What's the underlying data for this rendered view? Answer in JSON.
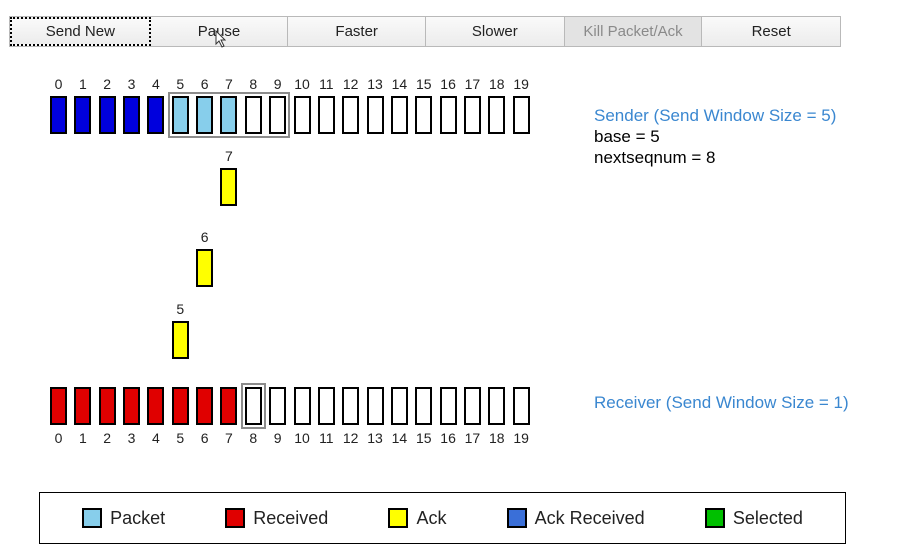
{
  "toolbar": {
    "buttons": [
      {
        "label": "Send New",
        "state": "focused"
      },
      {
        "label": "Pause",
        "state": "normal"
      },
      {
        "label": "Faster",
        "state": "normal"
      },
      {
        "label": "Slower",
        "state": "normal"
      },
      {
        "label": "Kill Packet/Ack",
        "state": "disabled"
      },
      {
        "label": "Reset",
        "state": "normal"
      }
    ]
  },
  "sender": {
    "title": "Sender (Send Window Size = 5)",
    "base_line": "base = 5",
    "nextseq_line": "nextseqnum = 8",
    "base": 5,
    "window_size": 5,
    "states": [
      "ack_received",
      "ack_received",
      "ack_received",
      "ack_received",
      "ack_received",
      "packet",
      "packet",
      "packet",
      "empty",
      "empty",
      "empty",
      "empty",
      "empty",
      "empty",
      "empty",
      "empty",
      "empty",
      "empty",
      "empty",
      "empty"
    ]
  },
  "receiver": {
    "title": "Receiver (Send Window Size = 1)",
    "window_base": 8,
    "window_size": 1,
    "states": [
      "received",
      "received",
      "received",
      "received",
      "received",
      "received",
      "received",
      "received",
      "empty",
      "empty",
      "empty",
      "empty",
      "empty",
      "empty",
      "empty",
      "empty",
      "empty",
      "empty",
      "empty",
      "empty"
    ]
  },
  "sequence_numbers": [
    "0",
    "1",
    "2",
    "3",
    "4",
    "5",
    "6",
    "7",
    "8",
    "9",
    "10",
    "11",
    "12",
    "13",
    "14",
    "15",
    "16",
    "17",
    "18",
    "19"
  ],
  "in_flight_acks": [
    {
      "seq": "5",
      "progress": 0.11
    },
    {
      "seq": "6",
      "progress": 0.42
    },
    {
      "seq": "7",
      "progress": 0.77
    }
  ],
  "legend": [
    {
      "label": "Packet",
      "color": "#87ceeb"
    },
    {
      "label": "Received",
      "color": "#e00000"
    },
    {
      "label": "Ack",
      "color": "#ffff00"
    },
    {
      "label": "Ack Received",
      "color": "#3a6fd8"
    },
    {
      "label": "Selected",
      "color": "#00c000"
    }
  ],
  "colors": {
    "packet": "#87ceeb",
    "received": "#e00000",
    "ack": "#ffff00",
    "ack_received": "#0000dd",
    "empty": "#ffffff"
  }
}
